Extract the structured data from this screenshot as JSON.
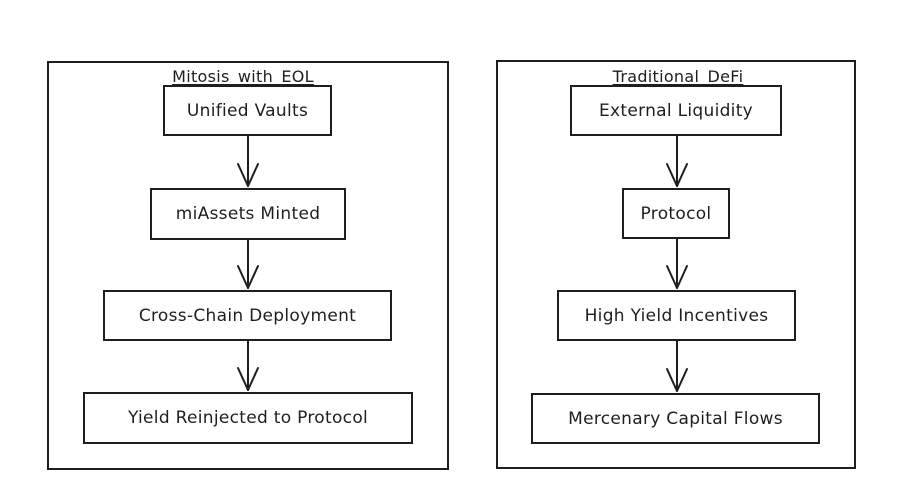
{
  "clusters": [
    {
      "title": "Mitosis_with_EOL",
      "nodes": [
        {
          "label": "Unified Vaults"
        },
        {
          "label": "miAssets Minted"
        },
        {
          "label": "Cross-Chain Deployment"
        },
        {
          "label": "Yield Reinjected to Protocol"
        }
      ]
    },
    {
      "title": "Traditional_DeFi",
      "nodes": [
        {
          "label": "External Liquidity"
        },
        {
          "label": "Protocol"
        },
        {
          "label": "High Yield Incentives"
        },
        {
          "label": "Mercenary Capital Flows"
        }
      ]
    }
  ],
  "edges": [
    {
      "from": "Unified Vaults",
      "to": "miAssets Minted"
    },
    {
      "from": "miAssets Minted",
      "to": "Cross-Chain Deployment"
    },
    {
      "from": "Cross-Chain Deployment",
      "to": "Yield Reinjected to Protocol"
    },
    {
      "from": "External Liquidity",
      "to": "Protocol"
    },
    {
      "from": "Protocol",
      "to": "High Yield Incentives"
    },
    {
      "from": "High Yield Incentives",
      "to": "Mercenary Capital Flows"
    }
  ]
}
